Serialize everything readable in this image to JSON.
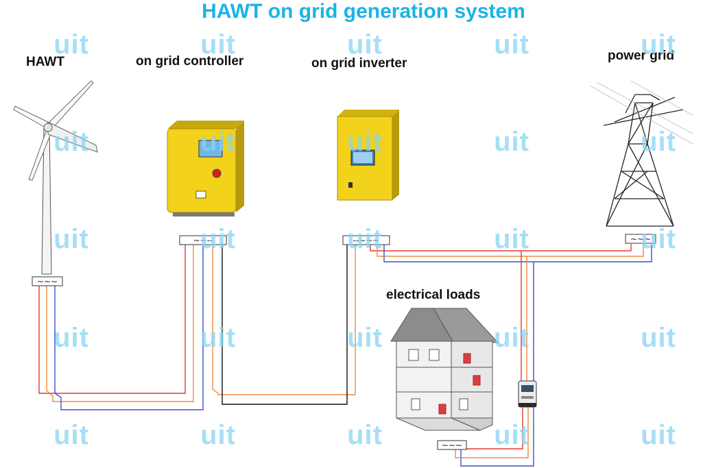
{
  "title": "HAWT on grid generation system",
  "labels": {
    "hawt": "HAWT",
    "controller": "on grid controller",
    "inverter": "on grid inverter",
    "power_grid": "power grid",
    "loads": "electrical loads"
  },
  "watermark": "uit",
  "terminal_symbols": {
    "hawt": "~~~",
    "controller": "~~--",
    "inverter": "--~~~",
    "grid": "~~~",
    "loads": "~~~"
  },
  "colors": {
    "title": "#1bb3e6",
    "wire_red": "#e03a2e",
    "wire_orange": "#f08a3c",
    "wire_blue": "#3a4fd0",
    "wire_black": "#111111",
    "equipment_yellow": "#f2d21b",
    "watermark": "#8ad3f3"
  }
}
